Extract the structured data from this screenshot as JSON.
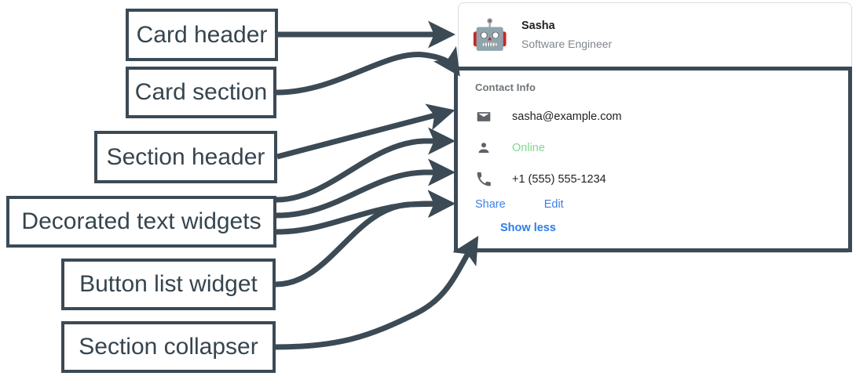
{
  "annotations": [
    {
      "id": "card-header",
      "label": "Card header"
    },
    {
      "id": "card-section",
      "label": "Card section"
    },
    {
      "id": "section-header",
      "label": "Section header"
    },
    {
      "id": "decorated-text",
      "label": "Decorated text widgets"
    },
    {
      "id": "button-list",
      "label": "Button list widget"
    },
    {
      "id": "section-collapser",
      "label": "Section collapser"
    }
  ],
  "card": {
    "header": {
      "avatar_icon": "robot-avatar-icon",
      "avatar_glyph": "🤖",
      "title": "Sasha",
      "subtitle": "Software Engineer"
    },
    "section": {
      "header": "Contact Info",
      "rows": [
        {
          "icon": "email-icon",
          "text": "sasha@example.com",
          "color": "#202124"
        },
        {
          "icon": "person-icon",
          "text": "Online",
          "color": "#7dd98b"
        },
        {
          "icon": "phone-icon",
          "text": "+1 (555) 555-1234",
          "color": "#202124"
        }
      ],
      "buttons": [
        {
          "label": "Share"
        },
        {
          "label": "Edit"
        }
      ],
      "collapser": {
        "label": "Show less"
      }
    }
  },
  "colors": {
    "annotation_stroke": "#3b4a55",
    "link_blue": "#3b82e8",
    "collapser_blue": "#2b7de9",
    "status_green": "#7dd98b",
    "icon_gray": "#5f6368",
    "subtitle_gray": "#80868b",
    "section_header_gray": "#6e7377",
    "card_border": "#dadce0",
    "text_primary": "#202124",
    "background": "#ffffff"
  }
}
